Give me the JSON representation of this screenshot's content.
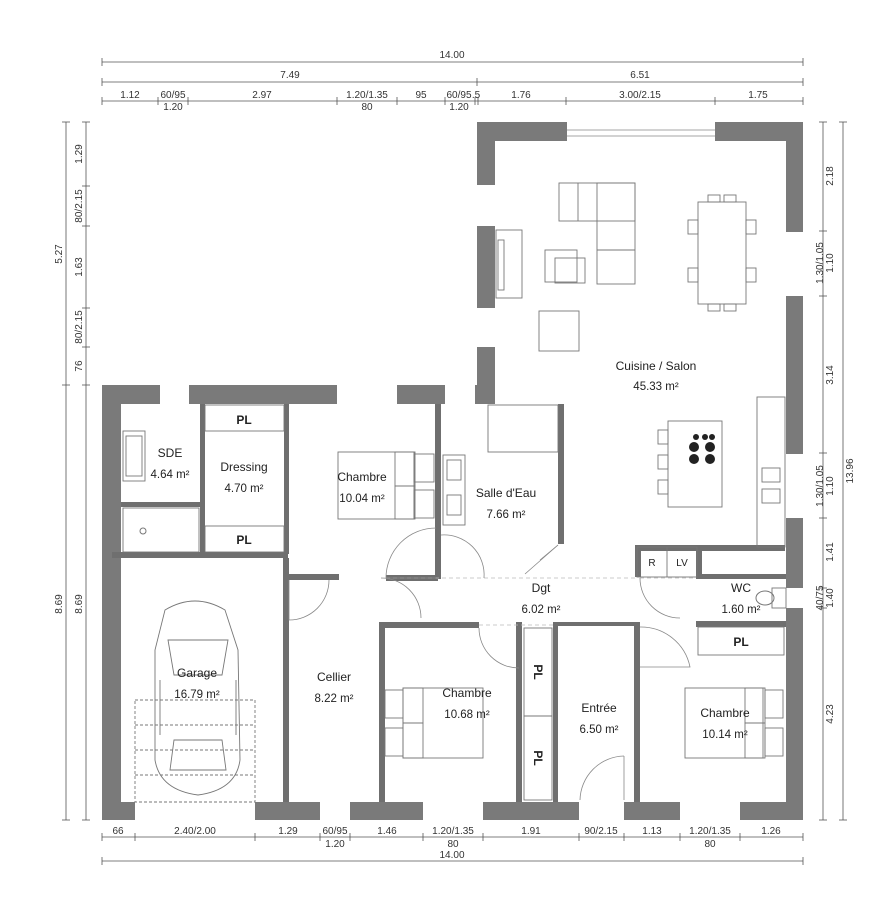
{
  "rooms": {
    "cuisine_salon": {
      "name": "Cuisine / Salon",
      "area": "45.33 m²"
    },
    "sde": {
      "name": "SDE",
      "area": "4.64 m²"
    },
    "dressing": {
      "name": "Dressing",
      "area": "4.70 m²"
    },
    "chambre1": {
      "name": "Chambre",
      "area": "10.04 m²"
    },
    "salle_eau": {
      "name": "Salle d'Eau",
      "area": "7.66 m²"
    },
    "dgt": {
      "name": "Dgt",
      "area": "6.02 m²"
    },
    "wc": {
      "name": "WC",
      "area": "1.60 m²"
    },
    "garage": {
      "name": "Garage",
      "area": "16.79 m²"
    },
    "cellier": {
      "name": "Cellier",
      "area": "8.22 m²"
    },
    "chambre2": {
      "name": "Chambre",
      "area": "10.68 m²"
    },
    "entree": {
      "name": "Entrée",
      "area": "6.50 m²"
    },
    "chambre3": {
      "name": "Chambre",
      "area": "10.14 m²"
    }
  },
  "labels": {
    "pl": "PL",
    "r": "R",
    "lv": "LV"
  },
  "dimensions": {
    "top_total": "14.00",
    "top_row2": [
      "7.49",
      "6.51"
    ],
    "top_row3": [
      "1.12",
      "60/95",
      "2.97",
      "1.20/1.35",
      "95",
      "60/95",
      ".5",
      "1.76",
      "3.00/2.15",
      "1.75"
    ],
    "top_row3_sub": [
      "1.20",
      "80",
      "1.20"
    ],
    "bottom_row1": [
      "66",
      "2.40/2.00",
      "1.29",
      "60/95",
      "1.46",
      "1.20/1.35",
      "1.91",
      "90/2.15",
      "1.13",
      "1.20/1.35",
      "1.26"
    ],
    "bottom_row1_sub": [
      "1.20",
      "80",
      "80"
    ],
    "bottom_total": "14.00",
    "left_outer": [
      "5.27",
      "8.69"
    ],
    "left_inner": [
      "1.29",
      "80/2.15",
      "1.63",
      "80/2.15",
      "76",
      "8.69"
    ],
    "right_outer": "13.96",
    "right_inner": [
      "2.18",
      "1.30/1.05",
      "1.10",
      "3.14",
      "1.30/1.05",
      "1.10",
      "1.41",
      "40/75",
      "1.40",
      "4.23"
    ]
  }
}
